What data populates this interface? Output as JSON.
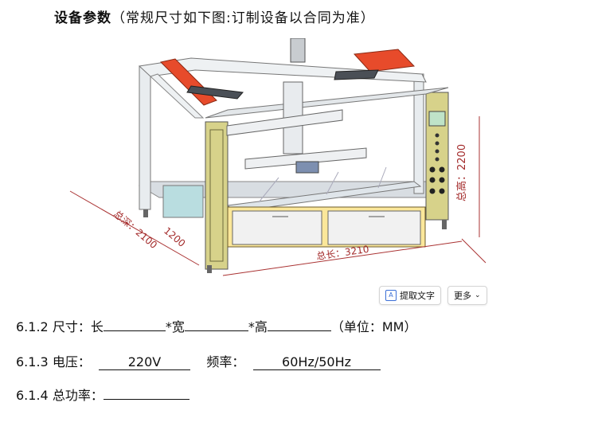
{
  "title": {
    "bold": "设备参数",
    "rest": "（常规尺寸如下图:订制设备以合同为准）"
  },
  "figure": {
    "dim_height": "总高：2200",
    "dim_depth": "总深：2100",
    "dim_width_small": "1200",
    "dim_length": "总长：3210"
  },
  "toolbar": {
    "extract_text": "提取文字",
    "more": "更多"
  },
  "spec_size": {
    "num": "6.1.2",
    "label": "尺寸：长",
    "mid1": "*宽",
    "mid2": "*高",
    "unit": "（单位：MM）"
  },
  "spec_voltage": {
    "num": "6.1.3",
    "label": "电压：",
    "voltage": "220V",
    "freq_label": "频率：",
    "freq": "60Hz/50Hz"
  },
  "spec_power": {
    "num": "6.1.4",
    "label": "总功率："
  }
}
